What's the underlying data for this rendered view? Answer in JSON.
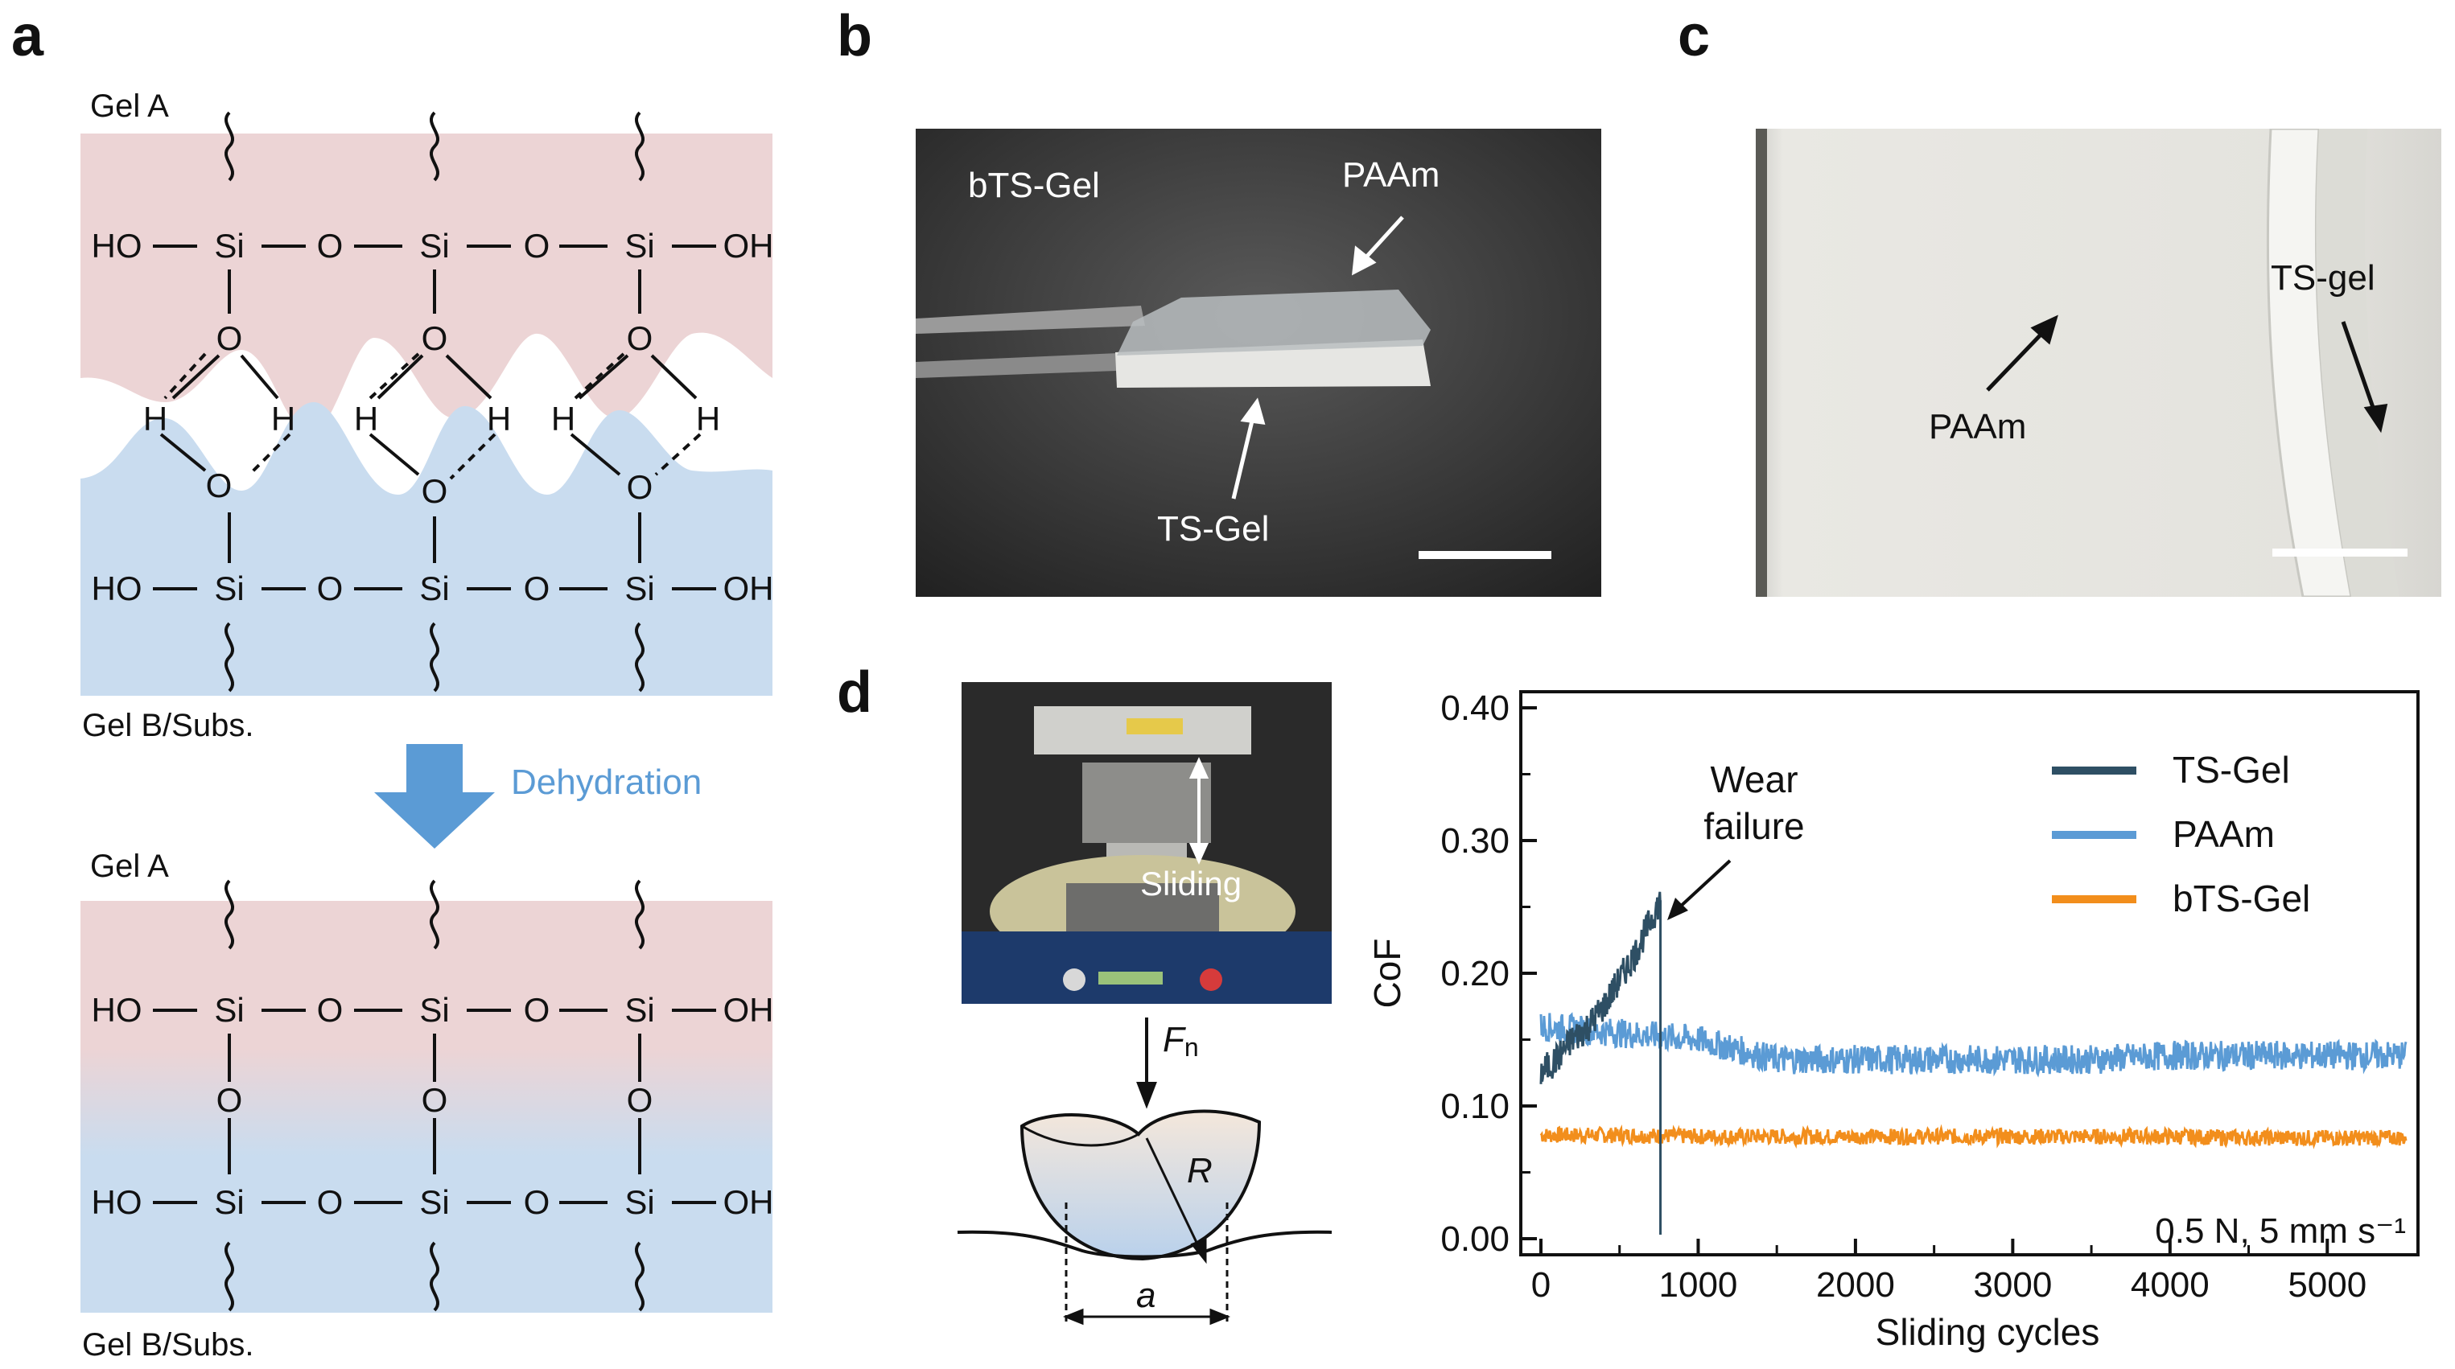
{
  "panels": {
    "a": "a",
    "b": "b",
    "c": "c",
    "d": "d"
  },
  "panel_a": {
    "top_gel": "Gel A",
    "bottom_gel": "Gel B/Subs.",
    "arrow_label": "Dehydration",
    "chem": {
      "ho": "HO",
      "oh": "OH",
      "si": "Si",
      "o": "O",
      "h": "H"
    },
    "colors": {
      "gel_a": "#ecd4d5",
      "gel_b": "#c9dcef",
      "arrow": "#5b9bd5"
    }
  },
  "panel_b": {
    "sample": "bTS-Gel",
    "paam": "PAAm",
    "tsgel": "TS-Gel"
  },
  "panel_c": {
    "tsgel": "TS-gel",
    "paam": "PAAm"
  },
  "panel_d": {
    "sliding": "Sliding",
    "force_sym": "F",
    "force_sub": "n",
    "radius": "R",
    "contact": "a"
  },
  "chart_data": {
    "type": "line",
    "xlabel": "Sliding cycles",
    "ylabel": "CoF",
    "xlim": [
      0,
      5500
    ],
    "ylim": [
      0,
      0.4
    ],
    "xticks": [
      "0",
      "1000",
      "2000",
      "3000",
      "4000",
      "5000"
    ],
    "yticks": [
      "0.00",
      "0.10",
      "0.20",
      "0.30",
      "0.40"
    ],
    "annotation": {
      "line1": "Wear",
      "line2": "failure",
      "x": 760,
      "y": 0.26
    },
    "condition": "0.5 N, 5 mm s⁻¹",
    "legend_position": "top-right",
    "series": [
      {
        "name": "TS-Gel",
        "color": "#2e4f64",
        "x": [
          0,
          100,
          200,
          300,
          400,
          500,
          600,
          700,
          760
        ],
        "y": [
          0.125,
          0.135,
          0.15,
          0.16,
          0.175,
          0.195,
          0.215,
          0.24,
          0.255
        ]
      },
      {
        "name": "PAAm",
        "color": "#5b9bd5",
        "x": [
          0,
          500,
          1000,
          1500,
          2000,
          2500,
          3000,
          3500,
          4000,
          4500,
          5000,
          5500
        ],
        "y": [
          0.16,
          0.155,
          0.15,
          0.135,
          0.135,
          0.135,
          0.135,
          0.135,
          0.138,
          0.138,
          0.138,
          0.138
        ]
      },
      {
        "name": "bTS-Gel",
        "color": "#f28e1c",
        "x": [
          0,
          500,
          1000,
          1500,
          2000,
          2500,
          3000,
          3500,
          4000,
          4500,
          5000,
          5500
        ],
        "y": [
          0.078,
          0.078,
          0.077,
          0.077,
          0.077,
          0.077,
          0.077,
          0.077,
          0.077,
          0.076,
          0.076,
          0.076
        ]
      }
    ]
  }
}
